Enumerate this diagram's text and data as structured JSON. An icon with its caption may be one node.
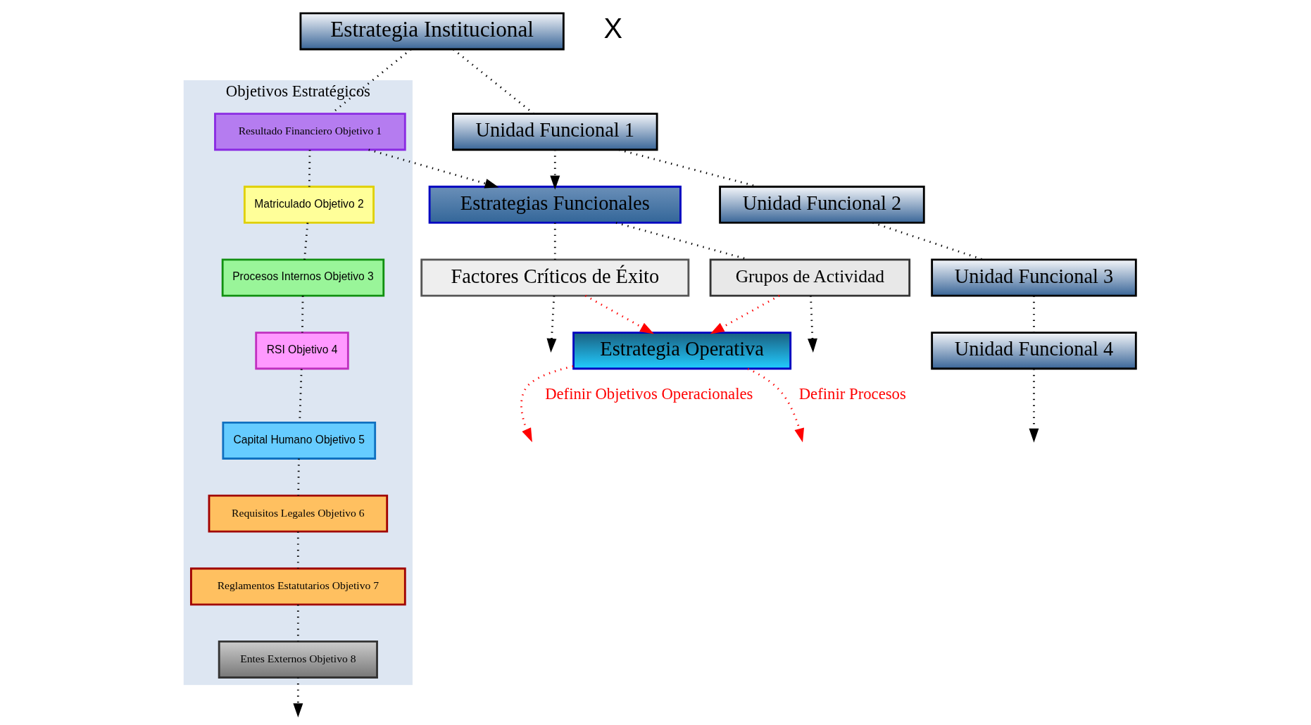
{
  "diagram": {
    "nodes": [
      {
        "text": [
          "Estrategia Institucional"
        ]
      },
      {
        "text": [
          "Objetivos Estratégicos"
        ]
      },
      {
        "text": [
          "Resultado Financiero Objetivo 1"
        ],
        "in": 1
      },
      {
        "text": [
          "Matriculado Objetivo 2"
        ],
        "in": 1
      },
      {
        "text": [
          "Procesos Internos Objetivo 3"
        ],
        "in": 1
      },
      {
        "text": [
          "RSI Objetivo 4"
        ],
        "in": 1
      },
      {
        "text": [
          "Capital Humano Objetivo 5"
        ],
        "in": 1
      },
      {
        "text": [
          "Requisitos Legales Objetivo 6"
        ],
        "in": 1
      },
      {
        "text": [
          "Reglamentos Estatutarios Objetivo 7"
        ],
        "in": 1
      },
      {
        "text": [
          "Entes Externos Objetivo 8"
        ],
        "in": 1
      },
      {
        "text": [
          "Unidad Funcional 1"
        ]
      },
      {
        "text": [
          "Unidad Funcional 2"
        ]
      },
      {
        "text": [
          "Unidad Funcional 3"
        ]
      },
      {
        "text": [
          "Unidad Funcional 4"
        ]
      },
      {
        "text": [
          "Estrategias Funcionales"
        ]
      },
      {
        "text": [
          "Factores Críticos de Éxito"
        ]
      },
      {
        "text": [
          "Grupos de Actividad"
        ]
      },
      {
        "text": [
          "Estrategia Operativa"
        ]
      }
    ],
    "edges": [
      {
        "from": 0,
        "to": 2,
        "arrow": "none",
        "style": "dashed"
      },
      {
        "from": 2,
        "to": 3,
        "arrow": "none",
        "style": "dashed"
      },
      {
        "from": 3,
        "to": 4,
        "arrow": "none",
        "style": "dashed"
      },
      {
        "from": 4,
        "to": 5,
        "arrow": "none",
        "style": "dashed"
      },
      {
        "from": 5,
        "to": 6,
        "arrow": "none",
        "style": "dashed"
      },
      {
        "from": 6,
        "to": 7,
        "arrow": "none",
        "style": "dashed"
      },
      {
        "from": 7,
        "to": 8,
        "arrow": "none",
        "style": "dashed"
      },
      {
        "from": 8,
        "to": 9,
        "arrow": "none",
        "style": "dashed"
      },
      {
        "from": 9,
        "to": null,
        "arrow": "to",
        "style": "dashed"
      },
      {
        "from": 2,
        "to": 14,
        "arrow": "to",
        "style": "dashed"
      },
      {
        "from": 0,
        "to": 10,
        "arrow": "none",
        "style": "dashed"
      },
      {
        "from": 10,
        "to": 11,
        "arrow": "none",
        "style": "dashed"
      },
      {
        "from": 11,
        "to": 12,
        "arrow": "none",
        "style": "dashed"
      },
      {
        "from": 12,
        "to": 13,
        "arrow": "none",
        "style": "dashed"
      },
      {
        "from": 13,
        "to": null,
        "arrow": "to",
        "style": "dashed"
      },
      {
        "from": 10,
        "to": 14,
        "arrow": "to",
        "style": "dashed"
      },
      {
        "from": 14,
        "to": 15,
        "arrow": "none",
        "style": "dashed"
      },
      {
        "from": 15,
        "to": null,
        "arrow": "to",
        "style": "dashed"
      },
      {
        "from": 14,
        "to": 16,
        "arrow": "none",
        "style": "dashed"
      },
      {
        "from": 16,
        "to": null,
        "arrow": "to",
        "style": "dashed"
      },
      {
        "from": 15,
        "to": 17,
        "arrow": "to",
        "style": "dashed",
        "color": "#ff0000"
      },
      {
        "from": 16,
        "to": 17,
        "arrow": "to",
        "style": "dashed",
        "color": "#ff0000"
      },
      {
        "from": 17,
        "to": null,
        "arrow": "to",
        "style": "dashed",
        "color": "#ff0000",
        "label": "Definir Objetivos Operacionales"
      },
      {
        "from": 17,
        "to": null,
        "arrow": "to",
        "style": "dashed",
        "color": "#ff0000",
        "label": "Definir Procesos"
      }
    ],
    "labels": [
      "X"
    ]
  }
}
